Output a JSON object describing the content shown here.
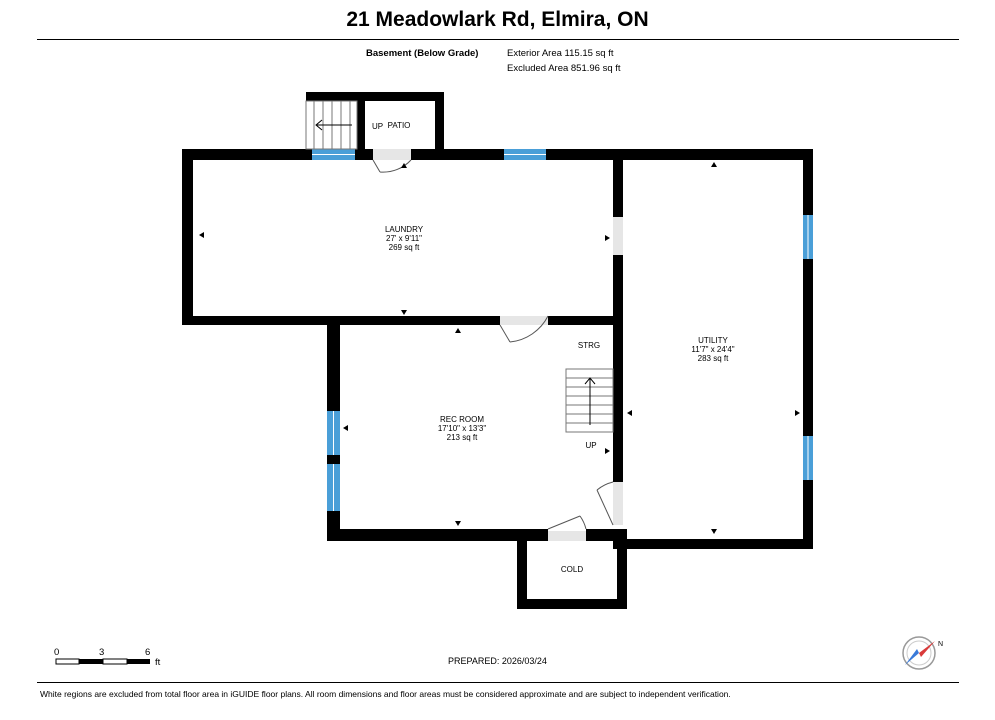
{
  "header": {
    "title": "21 Meadowlark Rd, Elmira, ON"
  },
  "floor": {
    "name": "Basement (Below Grade)",
    "exterior_area": "Exterior Area 115.15 sq ft",
    "excluded_area": "Excluded Area 851.96 sq ft"
  },
  "rooms": {
    "patio": {
      "name": "PATIO"
    },
    "patio_stairs": {
      "label": "UP"
    },
    "laundry": {
      "name": "LAUNDRY",
      "dims": "27' x 9'11\"",
      "area": "269 sq ft"
    },
    "utility": {
      "name": "UTILITY",
      "dims": "11'7\" x 24'4\"",
      "area": "283 sq ft"
    },
    "rec_room": {
      "name": "REC ROOM",
      "dims": "17'10\" x 13'3\"",
      "area": "213 sq ft"
    },
    "storage": {
      "name": "STRG"
    },
    "stairs": {
      "label": "UP"
    },
    "cold": {
      "name": "COLD"
    }
  },
  "scale": {
    "ticks": [
      "0",
      "3",
      "6"
    ],
    "unit": "ft"
  },
  "compass": {
    "north": "N"
  },
  "footer": {
    "prepared": "PREPARED: 2026/03/24",
    "disclaimer": "White regions are excluded from total floor area in iGUIDE floor plans. All room dimensions and floor areas must be considered approximate and are subject to independent verification."
  },
  "colors": {
    "wall": "#000000",
    "window": "#4a9fd8",
    "door_opening": "#e6e6e6"
  }
}
